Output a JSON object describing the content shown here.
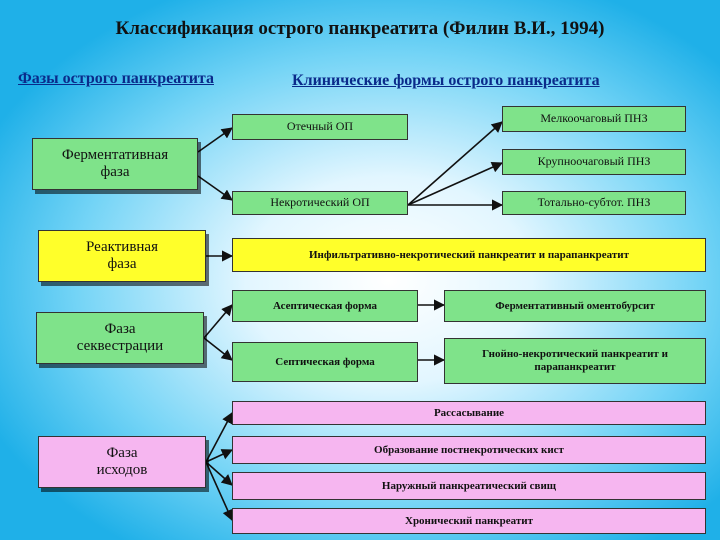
{
  "title": "Классификация острого панкреатита (Филин В.И., 1994)",
  "headings": {
    "phases": "Фазы острого панкреатита",
    "forms": "Клинические формы острого панкреатита"
  },
  "phases": {
    "enzymatic": "Ферментативная фаза",
    "reactive": "Реактивная фаза",
    "sequestration": "Фаза секвестрации",
    "outcomes": "Фаза исходов"
  },
  "forms": {
    "edematous": "Отечный ОП",
    "necrotic": "Некротический ОП",
    "small_focal": "Мелкоочаговый ПНЗ",
    "large_focal": "Крупноочаговый ПНЗ",
    "total_subtotal": "Тотально-субтот. ПНЗ",
    "infiltrative": "Инфильтративно-некротический панкреатит и парапанкреатит",
    "aseptic": "Асептическая форма",
    "enzymatic_omentobursitis": "Ферментативный оментобурсит",
    "septic": "Септическая форма",
    "purulent": "Гнойно-некротический панкреатит и парапанкреатит",
    "resorption": "Рассасывание",
    "cysts": "Образование постнекротических кист",
    "fistula": "Наружный панкреатический свищ",
    "chronic": "Хронический панкреатит"
  },
  "colors": {
    "phase_enzymatic": "#7fe38a",
    "phase_reactive": "#ffff2a",
    "phase_sequestration": "#7fe38a",
    "phase_outcomes": "#f6b6f0",
    "arrow": "#111111"
  }
}
